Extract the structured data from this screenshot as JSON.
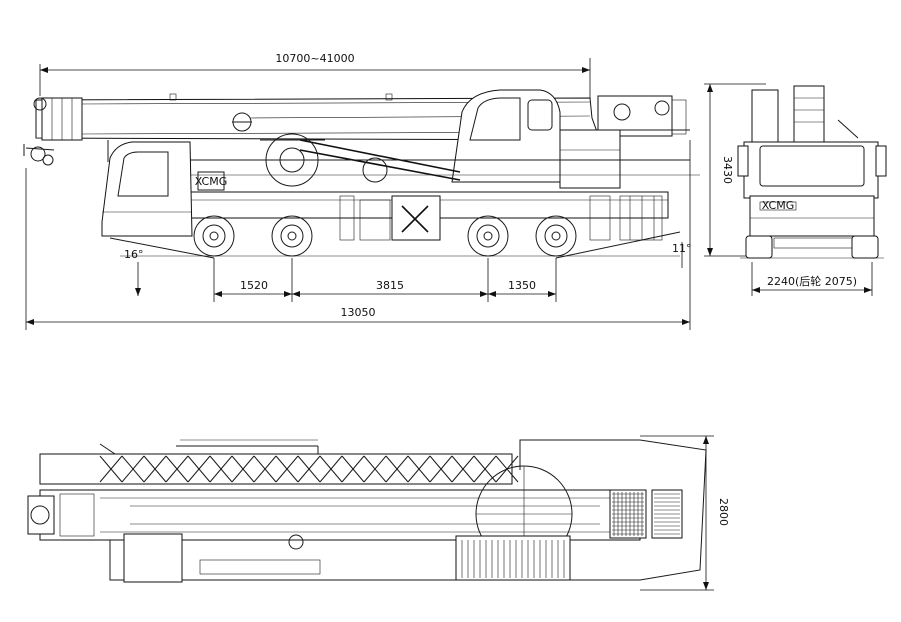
{
  "dimensions": {
    "boom_length": "10700~41000",
    "overall_length": "13050",
    "axle_spacing_1": "1520",
    "axle_spacing_2": "3815",
    "axle_spacing_3": "1350",
    "approach_angle": "16°",
    "departure_angle": "11°",
    "overall_height": "3430",
    "track_width": "2240(后轮 2075)",
    "overall_width": "2800"
  },
  "markings": {
    "brand_logo": "XCMG"
  }
}
